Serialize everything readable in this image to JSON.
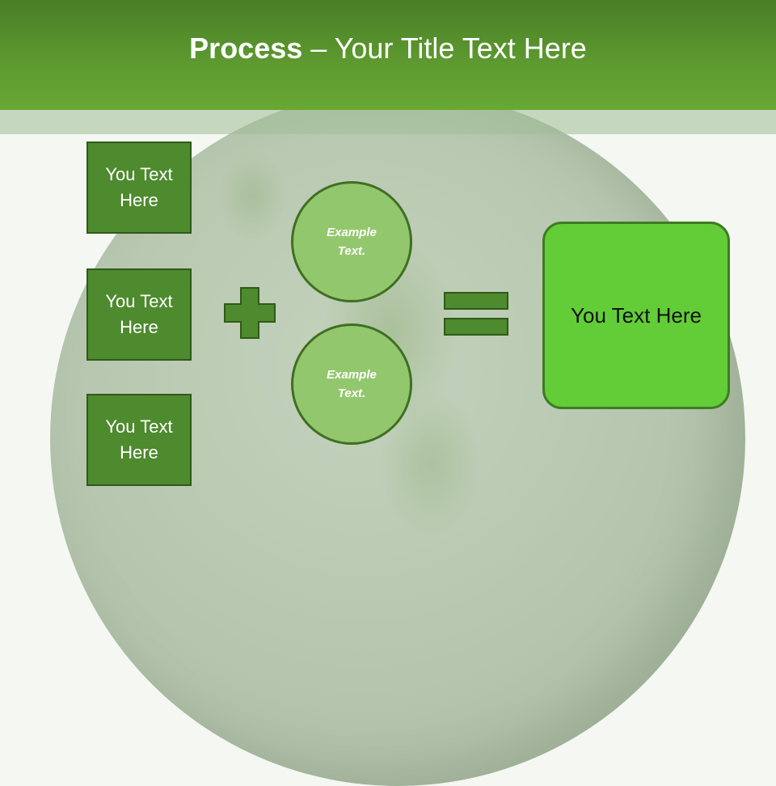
{
  "slide": {
    "title_bold": "Process",
    "title_rest": " – Your Title Text Here"
  },
  "left_boxes": [
    {
      "label": "You Text Here"
    },
    {
      "label": "You Text Here"
    },
    {
      "label": "You Text Here"
    }
  ],
  "operands": [
    {
      "label": "Example Text."
    },
    {
      "label": "Example Text."
    }
  ],
  "result": {
    "label": "You Text Here"
  },
  "colors": {
    "header": "#5e9b30",
    "box": "#4e8a2e",
    "circle": "#93c76d",
    "result": "#63cd38",
    "symbol": "#4e8a2e"
  },
  "icons": {
    "operator": "plus-icon",
    "equals": "equals-icon"
  }
}
